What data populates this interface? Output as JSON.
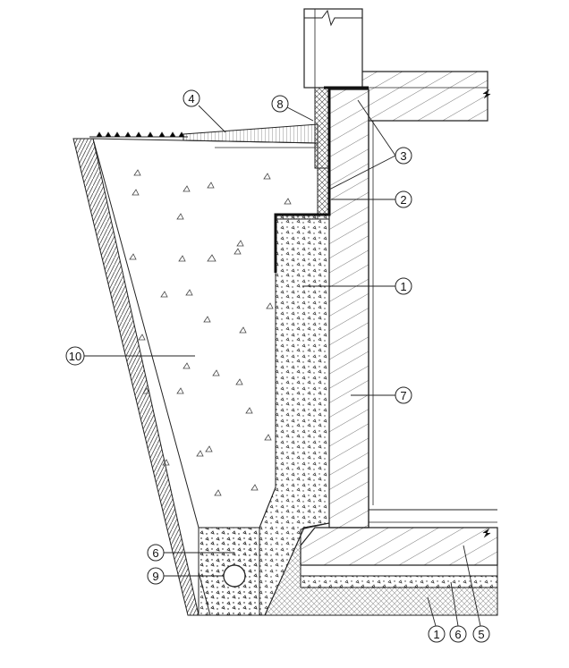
{
  "diagram": {
    "callouts": {
      "c1a": "1",
      "c1b": "1",
      "c2": "2",
      "c3": "3",
      "c4": "4",
      "c5": "5",
      "c6a": "6",
      "c6b": "6",
      "c7": "7",
      "c8": "8",
      "c9": "9",
      "c10": "10"
    },
    "colors": {
      "line": "#1a1a1a",
      "membrane": "#111111",
      "background": "#ffffff"
    }
  }
}
